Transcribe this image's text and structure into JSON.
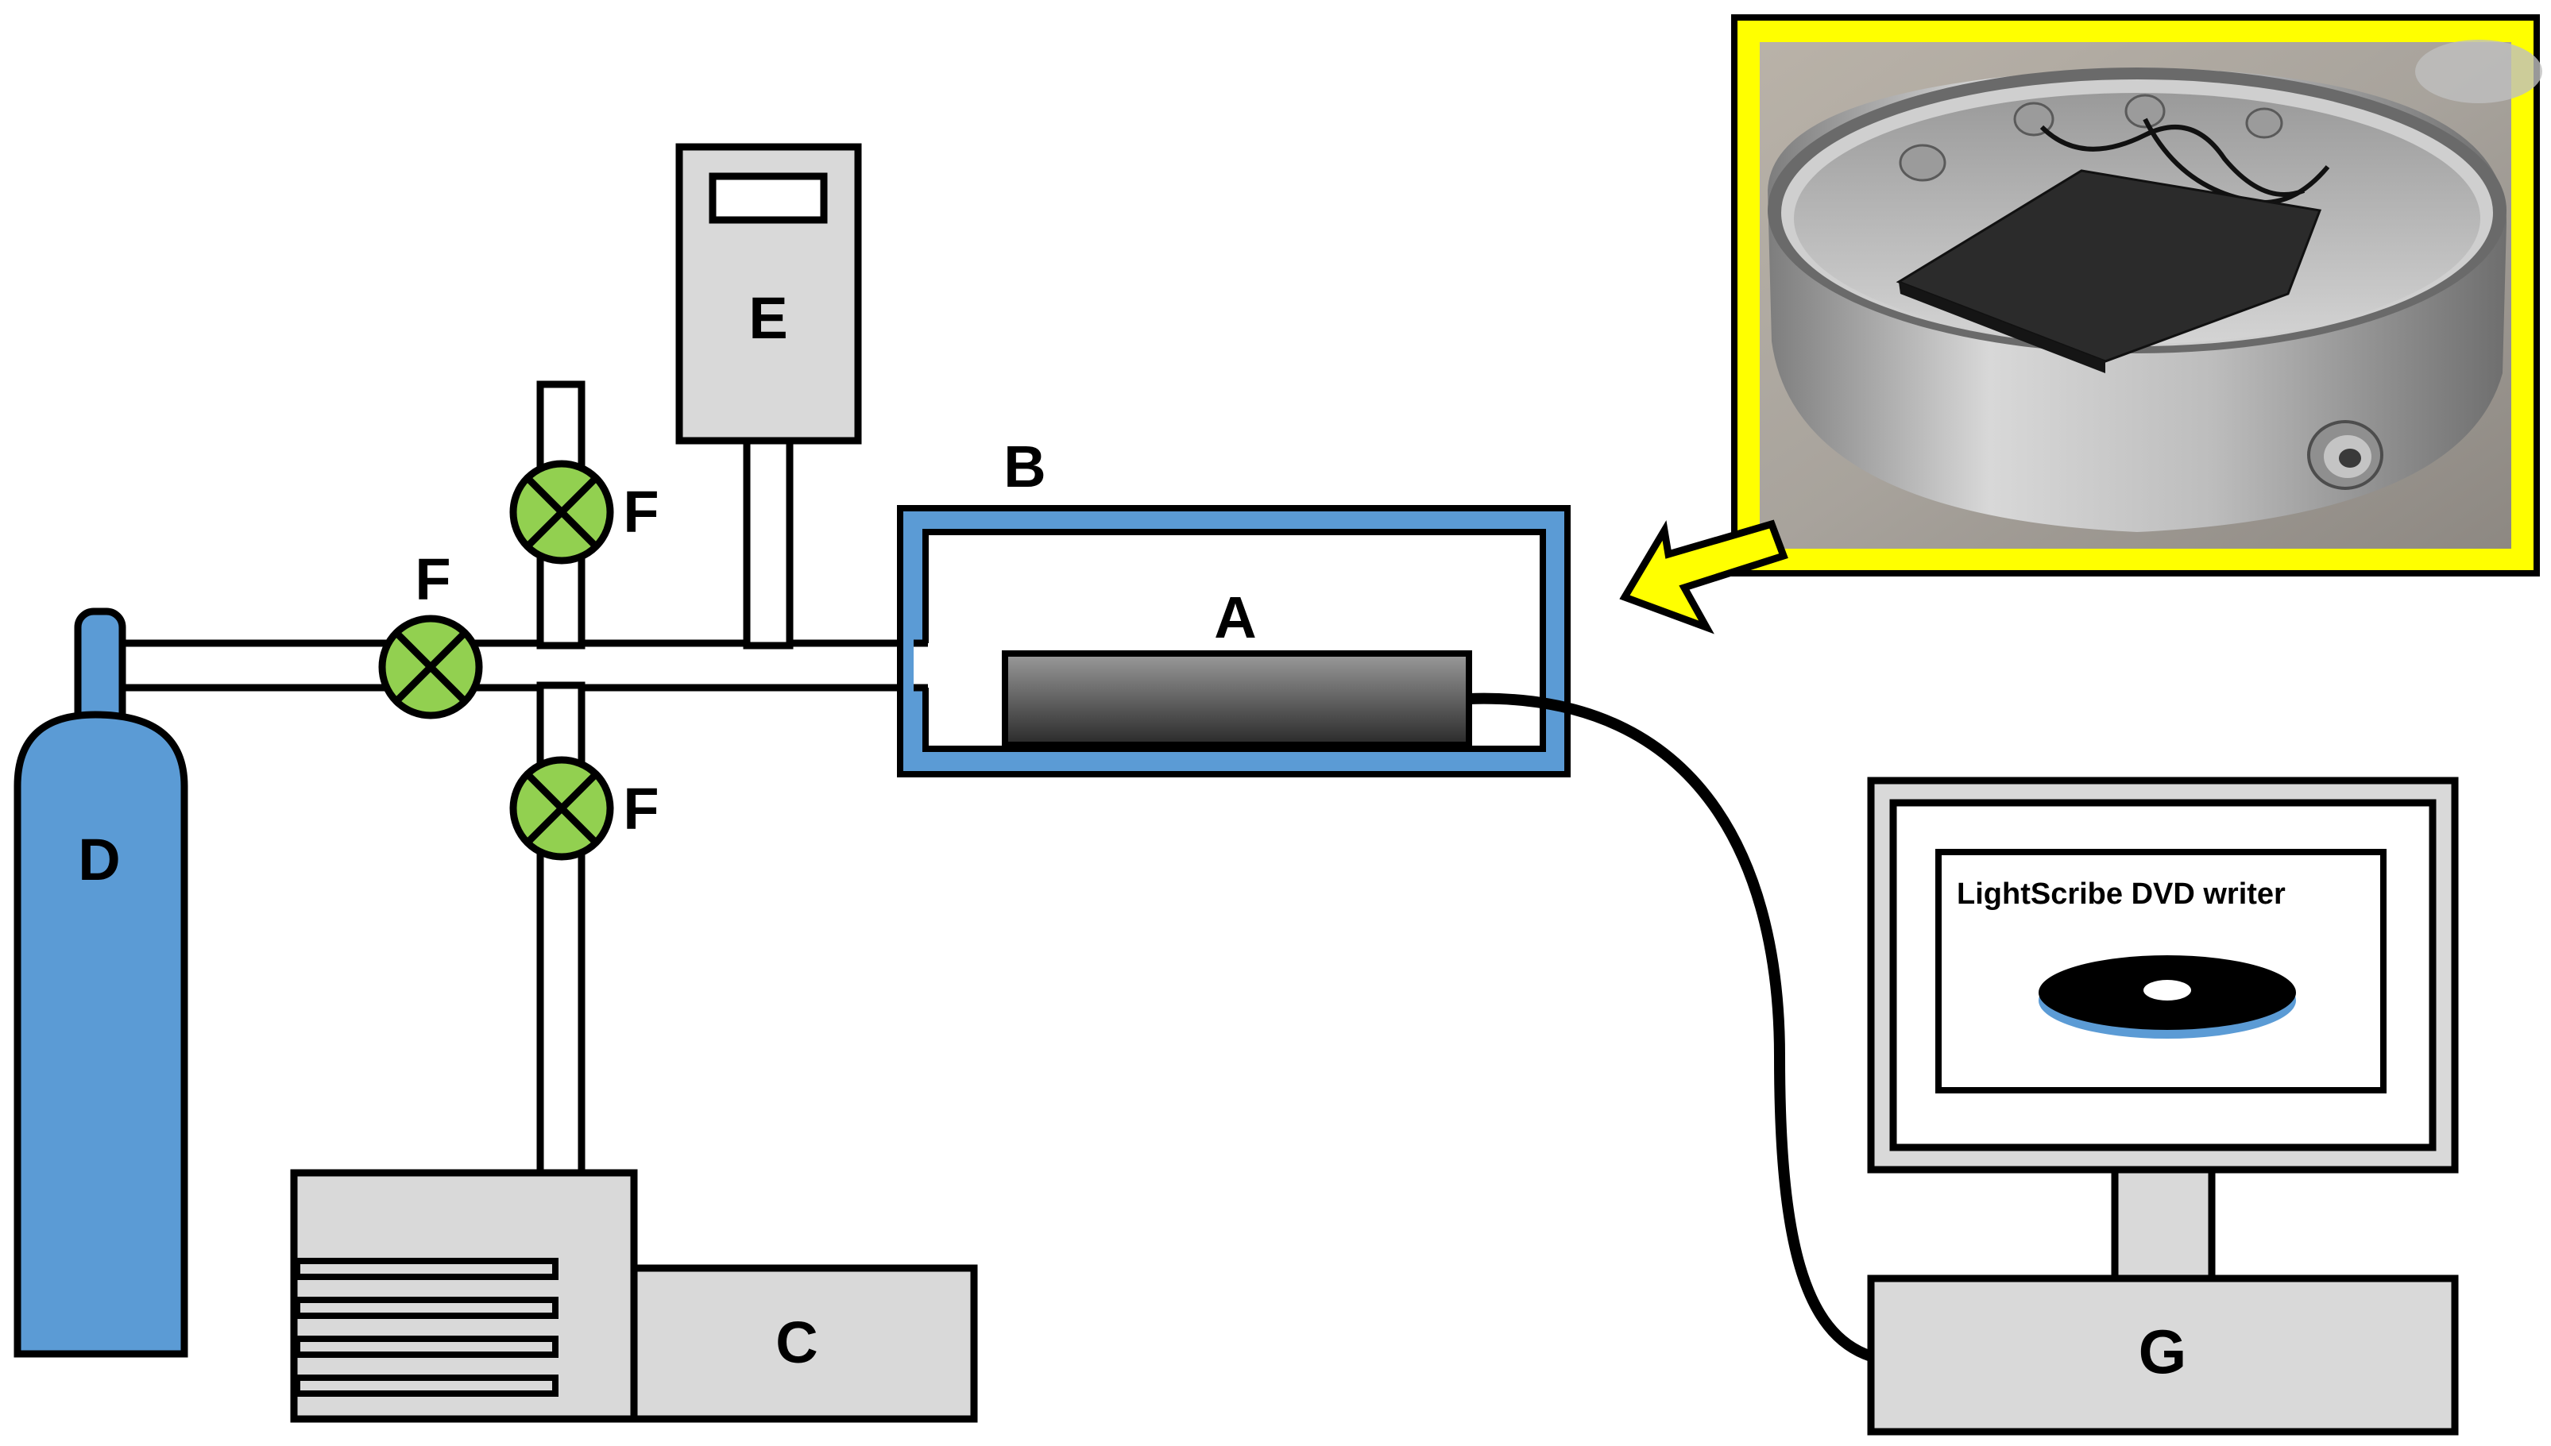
{
  "labels": {
    "a": "A",
    "b": "B",
    "c": "C",
    "d": "D",
    "e": "E",
    "f1": "F",
    "f2": "F",
    "f3": "F",
    "g": "G"
  },
  "monitor": {
    "screen_text": "LightScribe DVD writer"
  },
  "colors": {
    "chamber_border": "#5b9bd5",
    "cylinder": "#5b9bd5",
    "valve": "#92d050",
    "photo_frame": "#ffff00",
    "equipment_fill": "#d9d9d9",
    "pipe_fill": "#ffffff",
    "outline": "#000000"
  }
}
